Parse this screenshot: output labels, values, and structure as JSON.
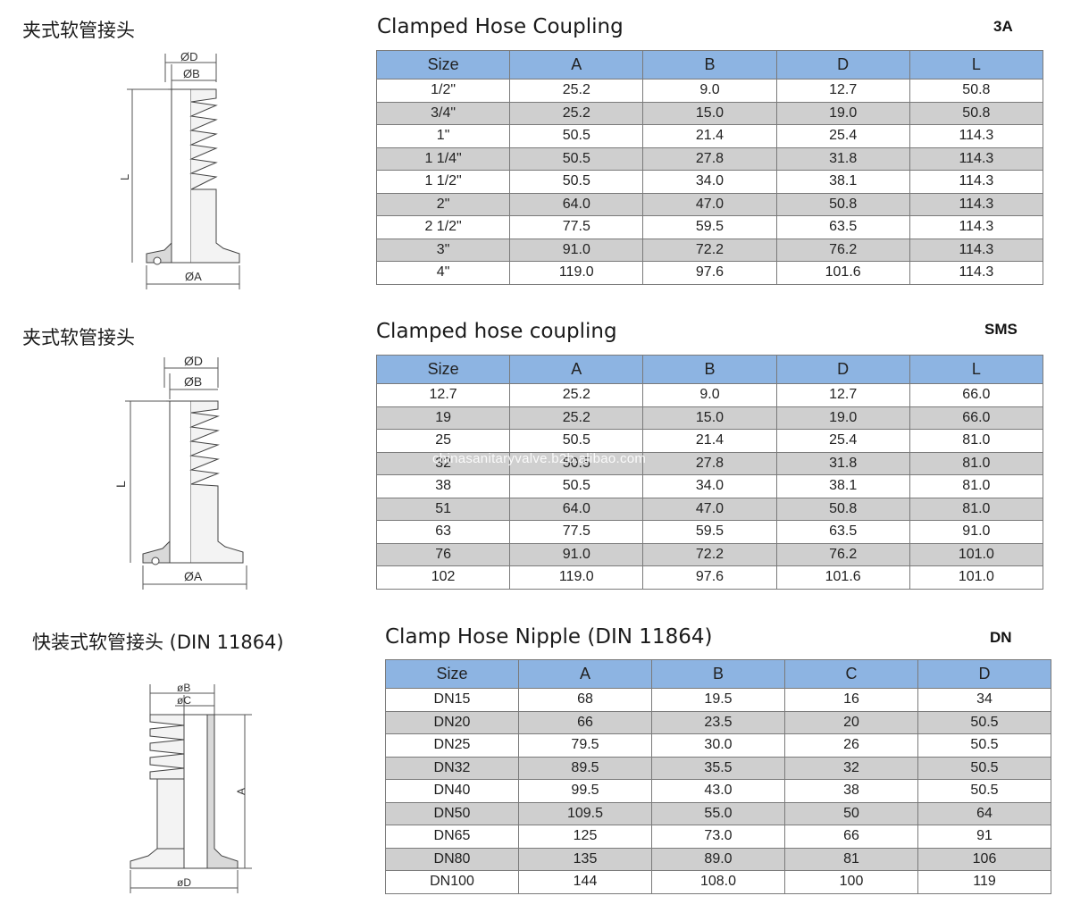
{
  "sections": [
    {
      "cn_title": "夹式软管接头",
      "en_title": "Clamped Hose Coupling",
      "standard": "3A",
      "drawing_labels": {
        "top": "ØD",
        "second": "ØB",
        "side": "L",
        "bottom": "ØA"
      },
      "headers": [
        "Size",
        "A",
        "B",
        "D",
        "L"
      ],
      "rows": [
        [
          "1/2\"",
          "25.2",
          "9.0",
          "12.7",
          "50.8"
        ],
        [
          "3/4\"",
          "25.2",
          "15.0",
          "19.0",
          "50.8"
        ],
        [
          "1\"",
          "50.5",
          "21.4",
          "25.4",
          "114.3"
        ],
        [
          "1 1/4\"",
          "50.5",
          "27.8",
          "31.8",
          "114.3"
        ],
        [
          "1 1/2\"",
          "50.5",
          "34.0",
          "38.1",
          "114.3"
        ],
        [
          "2\"",
          "64.0",
          "47.0",
          "50.8",
          "114.3"
        ],
        [
          "2 1/2\"",
          "77.5",
          "59.5",
          "63.5",
          "114.3"
        ],
        [
          "3\"",
          "91.0",
          "72.2",
          "76.2",
          "114.3"
        ],
        [
          "4\"",
          "119.0",
          "97.6",
          "101.6",
          "114.3"
        ]
      ]
    },
    {
      "cn_title": "夹式软管接头",
      "en_title": "Clamped hose coupling",
      "standard": "SMS",
      "drawing_labels": {
        "top": "ØD",
        "second": "ØB",
        "side": "L",
        "bottom": "ØA"
      },
      "headers": [
        "Size",
        "A",
        "B",
        "D",
        "L"
      ],
      "rows": [
        [
          "12.7",
          "25.2",
          "9.0",
          "12.7",
          "66.0"
        ],
        [
          "19",
          "25.2",
          "15.0",
          "19.0",
          "66.0"
        ],
        [
          "25",
          "50.5",
          "21.4",
          "25.4",
          "81.0"
        ],
        [
          "32",
          "50.5",
          "27.8",
          "31.8",
          "81.0"
        ],
        [
          "38",
          "50.5",
          "34.0",
          "38.1",
          "81.0"
        ],
        [
          "51",
          "64.0",
          "47.0",
          "50.8",
          "81.0"
        ],
        [
          "63",
          "77.5",
          "59.5",
          "63.5",
          "91.0"
        ],
        [
          "76",
          "91.0",
          "72.2",
          "76.2",
          "101.0"
        ],
        [
          "102",
          "119.0",
          "97.6",
          "101.6",
          "101.0"
        ]
      ]
    },
    {
      "cn_title": "快装式软管接头 (DIN 11864)",
      "en_title": "Clamp Hose Nipple (DIN 11864)",
      "standard": "DN",
      "drawing_labels": {
        "top": "øB",
        "second": "øC",
        "side": "A",
        "bottom": "øD"
      },
      "headers": [
        "Size",
        "A",
        "B",
        "C",
        "D"
      ],
      "rows": [
        [
          "DN15",
          "68",
          "19.5",
          "16",
          "34"
        ],
        [
          "DN20",
          "66",
          "23.5",
          "20",
          "50.5"
        ],
        [
          "DN25",
          "79.5",
          "30.0",
          "26",
          "50.5"
        ],
        [
          "DN32",
          "89.5",
          "35.5",
          "32",
          "50.5"
        ],
        [
          "DN40",
          "99.5",
          "43.0",
          "38",
          "50.5"
        ],
        [
          "DN50",
          "109.5",
          "55.0",
          "50",
          "64"
        ],
        [
          "DN65",
          "125",
          "73.0",
          "66",
          "91"
        ],
        [
          "DN80",
          "135",
          "89.0",
          "81",
          "106"
        ],
        [
          "DN100",
          "144",
          "108.0",
          "100",
          "119"
        ]
      ]
    }
  ],
  "watermark": "chinasanitaryvalve.b2b.alibao.com"
}
